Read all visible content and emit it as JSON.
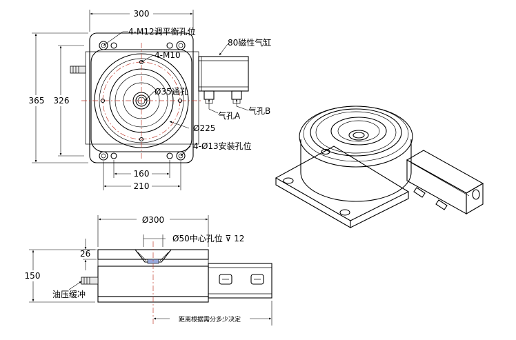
{
  "top_view": {
    "dim_width": "300",
    "dim_height_outer": "365",
    "dim_height_inner": "326",
    "dim_160": "160",
    "dim_210": "210",
    "label_m12": "4-M12调平衡孔位",
    "label_m10": "4-M10",
    "label_cylinder": "80磁性气缸",
    "label_thru": "Ø35通孔",
    "label_d225": "Ø225",
    "label_mount": "4-Ø13安装孔位",
    "label_port_a": "气孔A",
    "label_port_b": "气孔B"
  },
  "front_view": {
    "dim_d300": "Ø300",
    "label_center": "Ø50中心孔位 ⊽ 12",
    "dim_26": "26",
    "dim_150": "150",
    "label_buffer": "油压缓冲",
    "label_distance": "距离根据需分多少决定"
  },
  "colors": {
    "lines": "#000000",
    "centerline": "#c0392b"
  }
}
